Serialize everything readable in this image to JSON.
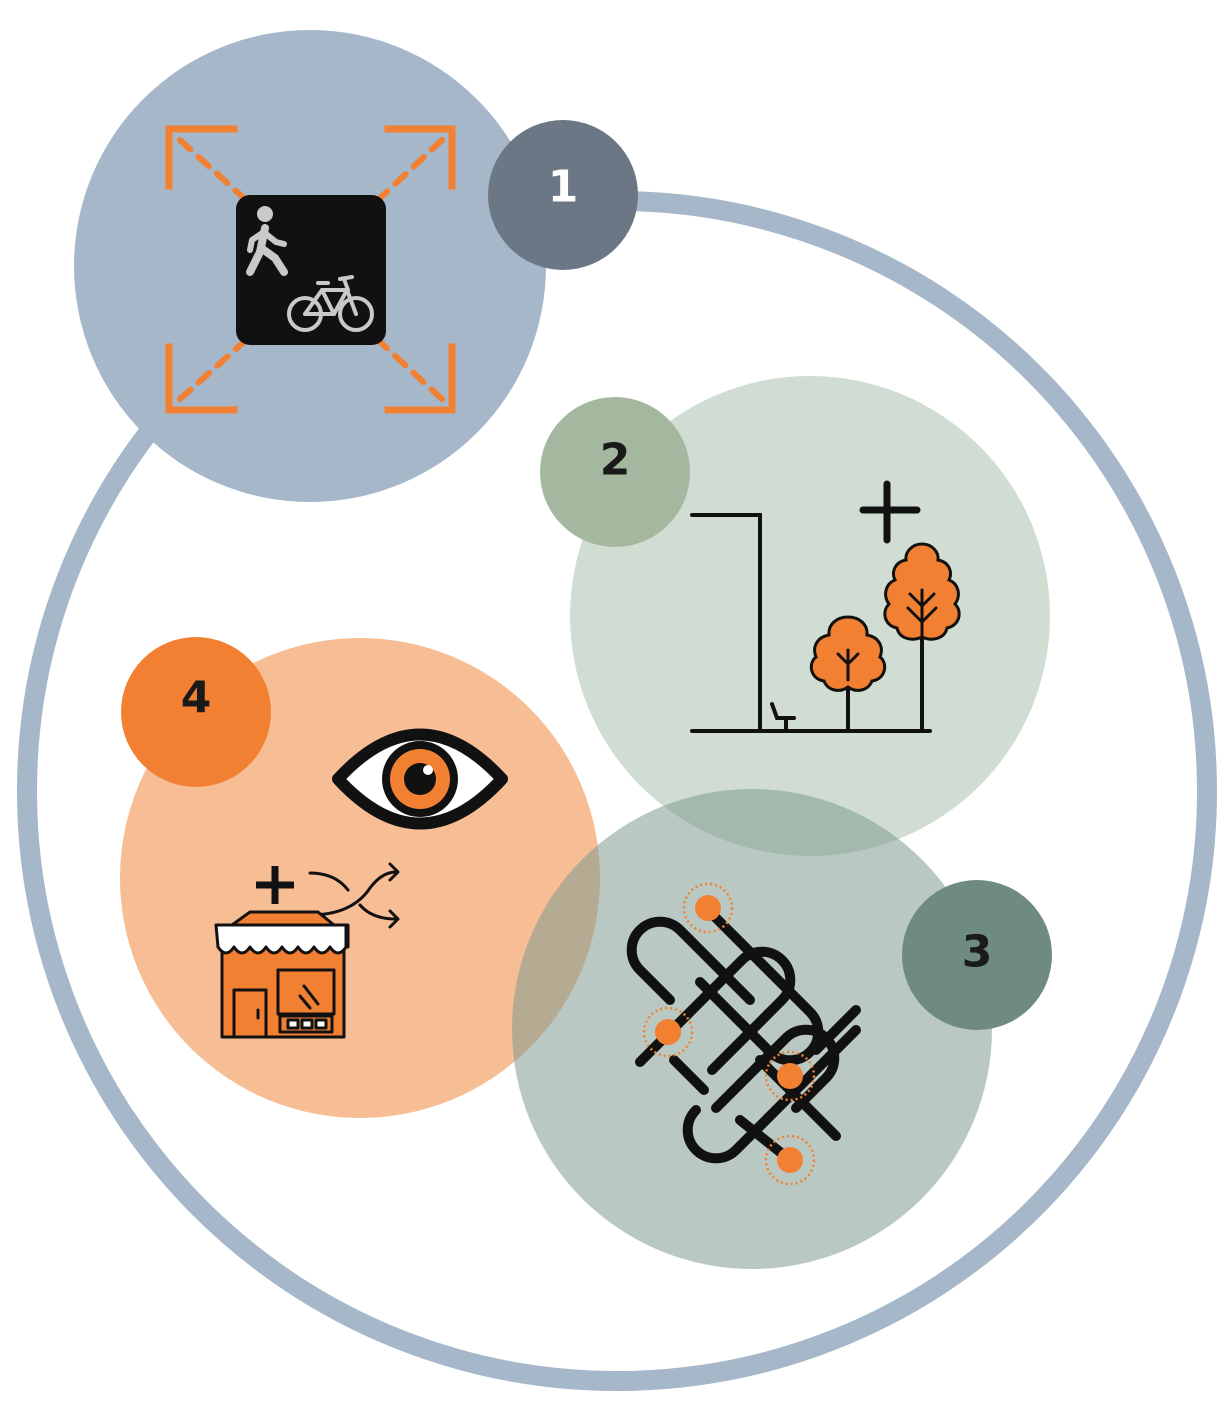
{
  "badges": [
    {
      "label": "1",
      "color": "#6b7785",
      "text_color": "#ffffff"
    },
    {
      "label": "2",
      "color": "#a3b89f",
      "text_color": "#1a1a1a"
    },
    {
      "label": "3",
      "color": "#6f8a80",
      "text_color": "#1a1a1a"
    },
    {
      "label": "4",
      "color": "#f28032",
      "text_color": "#1a1a1a"
    }
  ],
  "colors": {
    "ring": "#a6b7ca",
    "circle_1": "#a6b7ca",
    "circle_2": "#d1ddd2",
    "circle_3": "#a7bbb4",
    "circle_4": "#f7be96",
    "accent": "#f28032",
    "ink": "#111111"
  },
  "icons": {
    "section_1": "walk-bike-zone-icon",
    "section_2": "streetlight-trees-bench-icon",
    "section_3": "network-knot-icon",
    "section_4_top": "eye-icon",
    "section_4_bottom": "shop-plus-routes-icon"
  }
}
